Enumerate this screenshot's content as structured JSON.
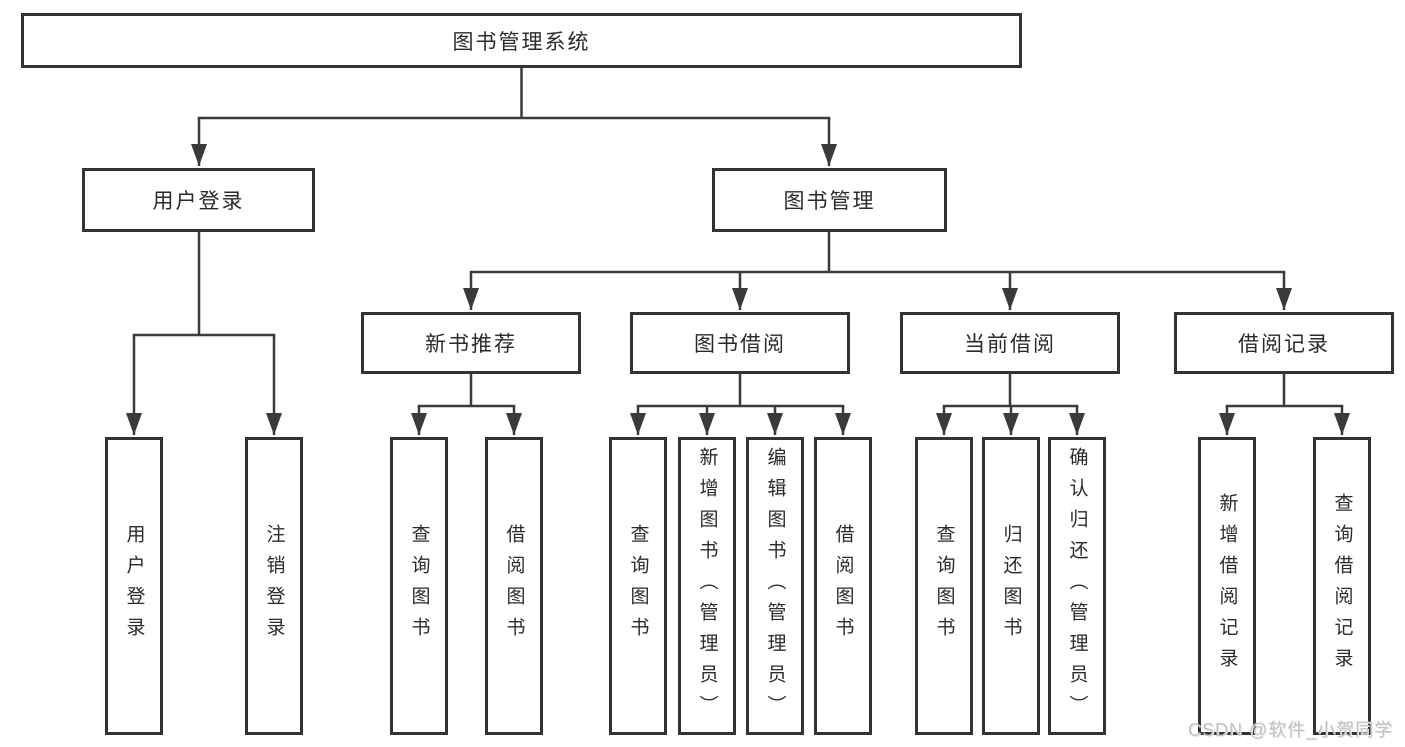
{
  "tree": {
    "label": "图书管理系统",
    "children": [
      {
        "label": "用户登录",
        "children": [
          {
            "label": "用户登录"
          },
          {
            "label": "注销登录"
          }
        ]
      },
      {
        "label": "图书管理",
        "children": [
          {
            "label": "新书推荐",
            "children": [
              {
                "label": "查询图书"
              },
              {
                "label": "借阅图书"
              }
            ]
          },
          {
            "label": "图书借阅",
            "children": [
              {
                "label": "查询图书"
              },
              {
                "label": "新增图书（管理员）"
              },
              {
                "label": "编辑图书（管理员）"
              },
              {
                "label": "借阅图书"
              }
            ]
          },
          {
            "label": "当前借阅",
            "children": [
              {
                "label": "查询图书"
              },
              {
                "label": "归还图书"
              },
              {
                "label": "确认归还（管理员）"
              }
            ]
          },
          {
            "label": "借阅记录",
            "children": [
              {
                "label": "新增借阅记录"
              },
              {
                "label": "查询借阅记录"
              }
            ]
          }
        ]
      }
    ]
  },
  "watermark": {
    "text": "CSDN @软件_小贺同学"
  },
  "colors": {
    "line": "#3a3a3a",
    "box_border": "#333333",
    "box_background": "#ffffff",
    "label_text": "#2b2b2b",
    "watermark_text": "#c2c2c2",
    "page_background": "#ffffff"
  }
}
